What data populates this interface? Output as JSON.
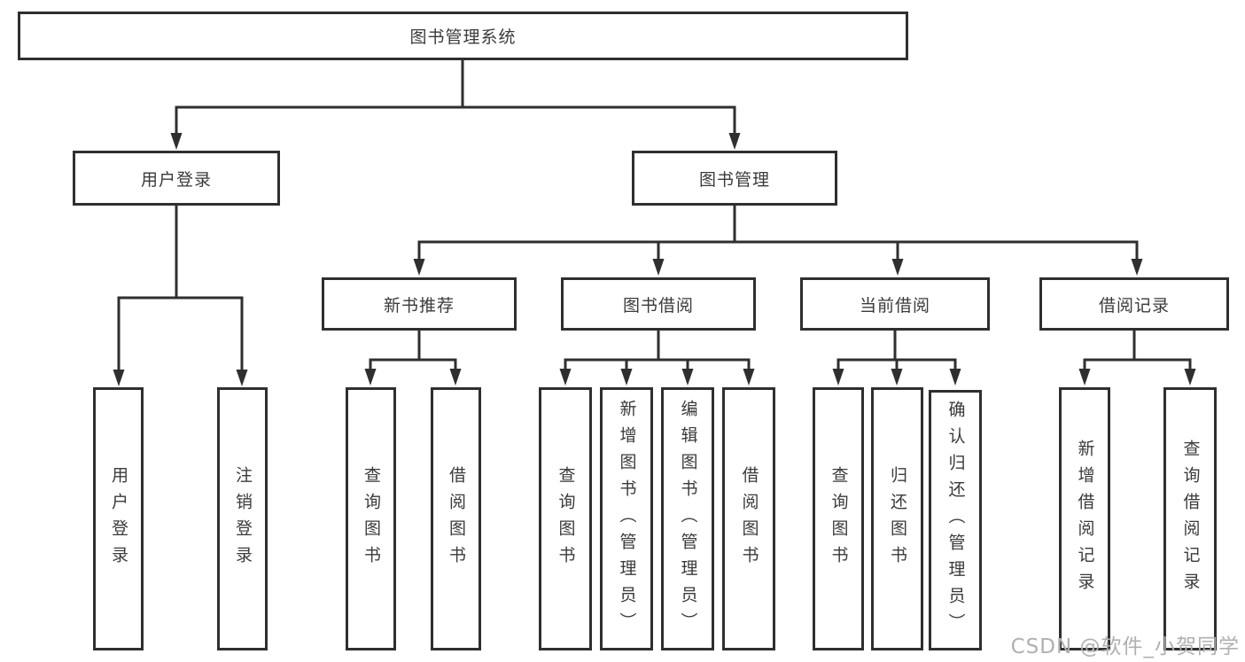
{
  "tree": {
    "root": {
      "label": "图书管理系统"
    },
    "branches": [
      {
        "label": "用户登录",
        "children": [
          {
            "label": "用户登录"
          },
          {
            "label": "注销登录"
          }
        ]
      },
      {
        "label": "图书管理",
        "children": [
          {
            "label": "新书推荐",
            "children": [
              {
                "label": "查询图书"
              },
              {
                "label": "借阅图书"
              }
            ]
          },
          {
            "label": "图书借阅",
            "children": [
              {
                "label": "查询图书"
              },
              {
                "label": "新增图书（管理员）"
              },
              {
                "label": "编辑图书（管理员）"
              },
              {
                "label": "借阅图书"
              }
            ]
          },
          {
            "label": "当前借阅",
            "children": [
              {
                "label": "查询图书"
              },
              {
                "label": "归还图书"
              },
              {
                "label": "确认归还（管理员）"
              }
            ]
          },
          {
            "label": "借阅记录",
            "children": [
              {
                "label": "新增借阅记录"
              },
              {
                "label": "查询借阅记录"
              }
            ]
          }
        ]
      }
    ]
  },
  "watermark": {
    "text": "CSDN @软件_小贺同学",
    "color": "#b0b0b0"
  },
  "colors": {
    "line": "#2f2f2f",
    "text": "#3a3a3a",
    "background": "#ffffff"
  }
}
